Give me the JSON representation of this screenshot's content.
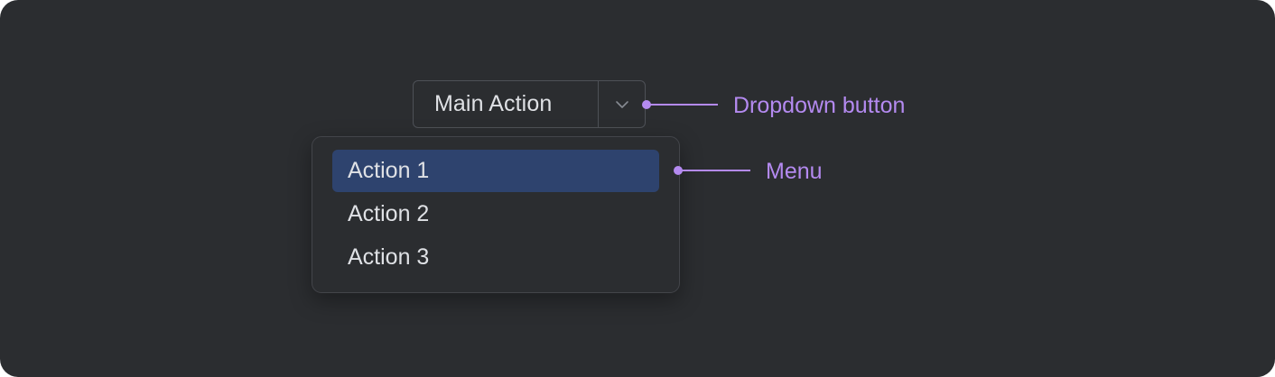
{
  "split_button": {
    "main_label": "Main Action",
    "arrow_icon": "chevron-down-icon"
  },
  "menu": {
    "items": [
      {
        "label": "Action 1",
        "selected": true
      },
      {
        "label": "Action 2",
        "selected": false
      },
      {
        "label": "Action 3",
        "selected": false
      }
    ]
  },
  "annotations": {
    "dropdown_button": "Dropdown button",
    "menu": "Menu"
  },
  "colors": {
    "background": "#2b2d30",
    "border": "#4e5157",
    "menu_border": "#43454a",
    "selected_item": "#2e436e",
    "text": "#dfe1e5",
    "annotation": "#b48af0"
  }
}
